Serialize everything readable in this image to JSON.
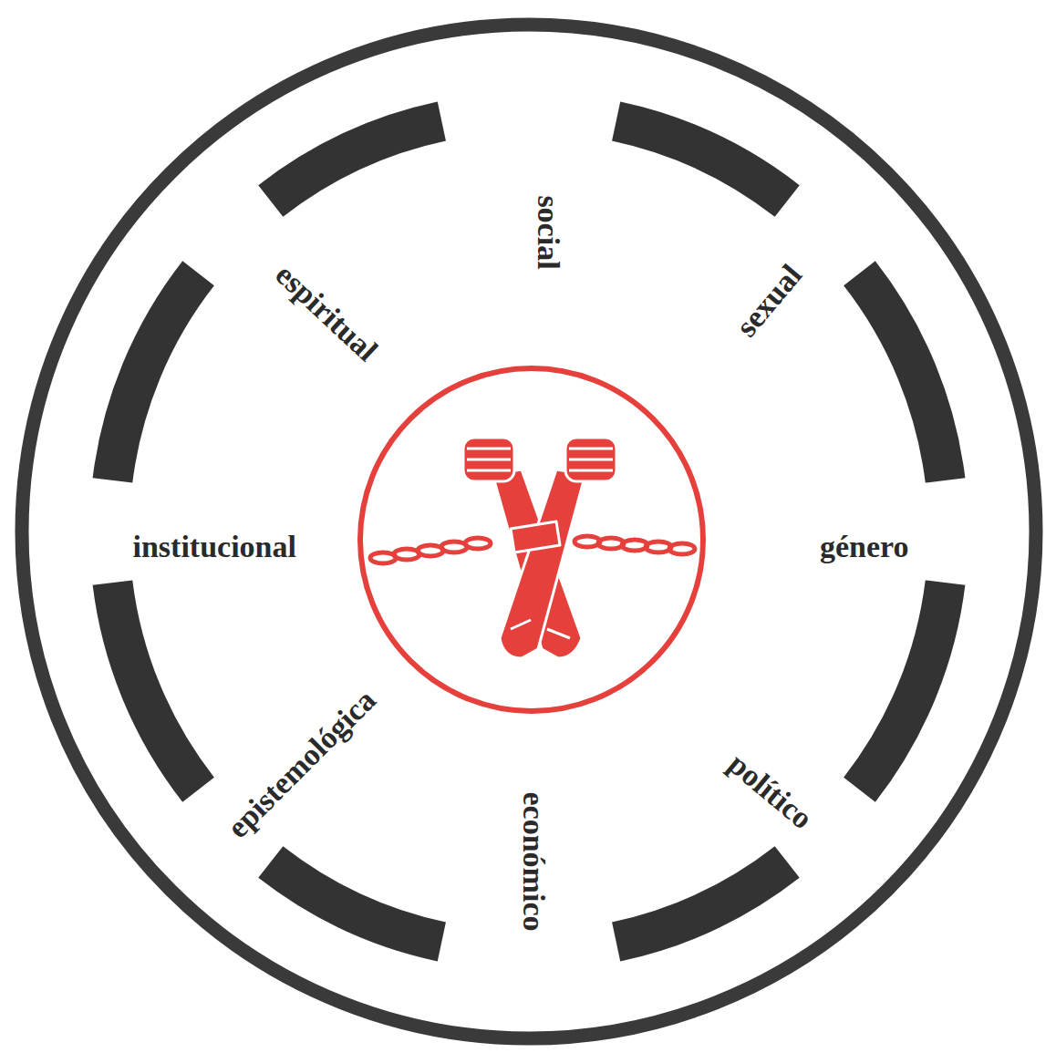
{
  "diagram": {
    "labels": [
      "social",
      "sexual",
      "género",
      "político",
      "económico",
      "epistemológica",
      "institucional",
      "espiritual"
    ]
  }
}
